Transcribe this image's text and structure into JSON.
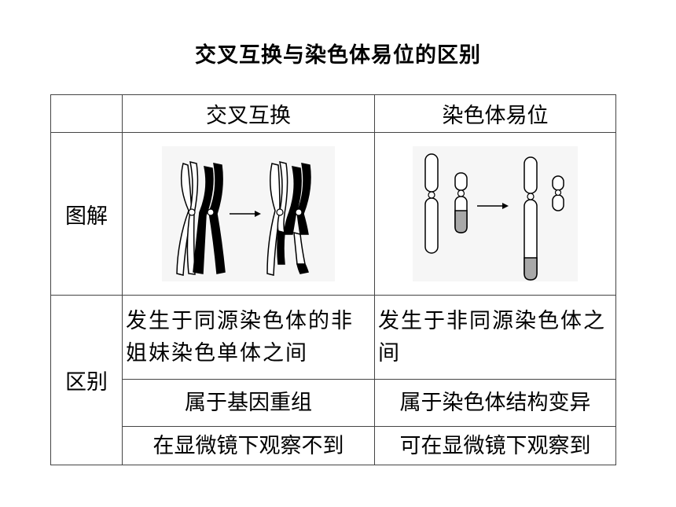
{
  "title": "交叉互换与染色体易位的区别",
  "table": {
    "headers": [
      "",
      "交叉互换",
      "染色体易位"
    ],
    "row_diagram_label": "图解",
    "row_diff_label": "区别",
    "diff_rows": [
      [
        "发生于同源染色体的非姐妹染色单体之间",
        "发生于非同源染色体之间"
      ],
      [
        "属于基因重组",
        "属于染色体结构变异"
      ],
      [
        "在显微镜下观察不到",
        "可在显微镜下观察到"
      ]
    ]
  },
  "colors": {
    "black": "#000000",
    "gray": "#a8a8a8"
  }
}
